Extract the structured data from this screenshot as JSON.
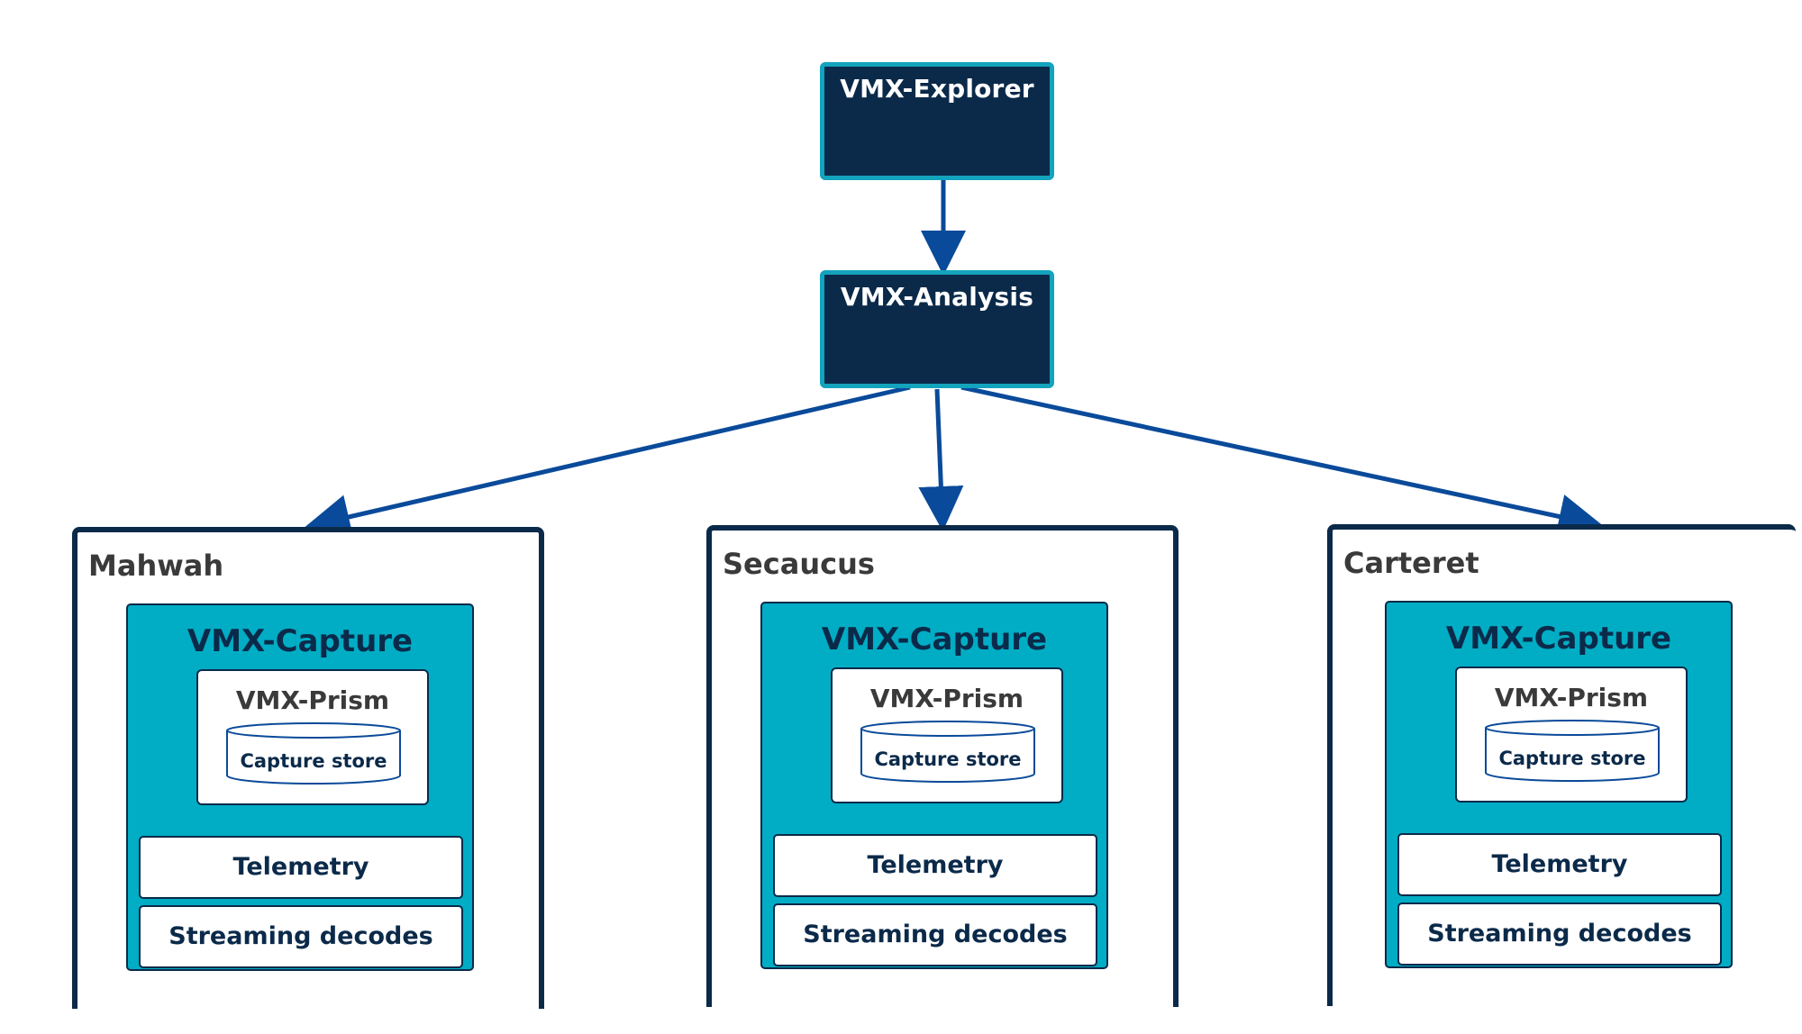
{
  "nodes": {
    "explorer": "VMX-Explorer",
    "analysis": "VMX-Analysis"
  },
  "sites": [
    {
      "name": "Mahwah",
      "capture": "VMX-Capture",
      "prism": "VMX-Prism",
      "store": "Capture store",
      "telemetry": "Telemetry",
      "streaming": "Streaming decodes"
    },
    {
      "name": "Secaucus",
      "capture": "VMX-Capture",
      "prism": "VMX-Prism",
      "store": "Capture store",
      "telemetry": "Telemetry",
      "streaming": "Streaming decodes"
    },
    {
      "name": "Carteret",
      "capture": "VMX-Capture",
      "prism": "VMX-Prism",
      "store": "Capture store",
      "telemetry": "Telemetry",
      "streaming": "Streaming decodes"
    }
  ],
  "colors": {
    "navy": "#0b2a4a",
    "teal": "#00adc4",
    "teal_border": "#13a3bd",
    "arrow": "#0a4a9a",
    "site_title": "#3a3a3a"
  },
  "icons": {
    "store": "cylinder-database-icon",
    "arrow": "arrowhead-icon"
  }
}
